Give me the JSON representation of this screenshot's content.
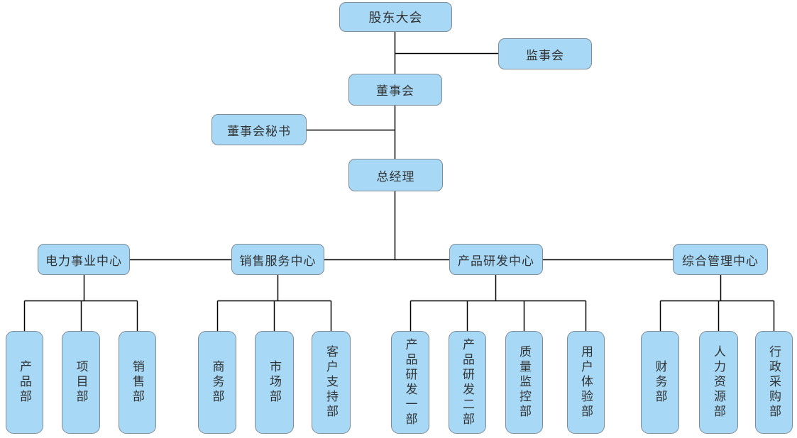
{
  "org": {
    "colors": {
      "node_fill": "#A7D9F7",
      "node_border": "#7F8B95",
      "connector": "#000000",
      "text": "#333333",
      "background": "#FFFFFF"
    },
    "shareholders_meeting": {
      "label": "股东大会"
    },
    "supervisory_board": {
      "label": "监事会"
    },
    "board_of_directors": {
      "label": "董事会"
    },
    "board_secretary": {
      "label": "董事会秘书"
    },
    "general_manager": {
      "label": "总经理"
    },
    "centers": [
      {
        "label": "电力事业中心",
        "departments": [
          {
            "label": "产品部"
          },
          {
            "label": "项目部"
          },
          {
            "label": "销售部"
          }
        ]
      },
      {
        "label": "销售服务中心",
        "departments": [
          {
            "label": "商务部"
          },
          {
            "label": "市场部"
          },
          {
            "label": "客户支持部"
          }
        ]
      },
      {
        "label": "产品研发中心",
        "departments": [
          {
            "label": "产品研发一部"
          },
          {
            "label": "产品研发二部"
          },
          {
            "label": "质量监控部"
          },
          {
            "label": "用户体验部"
          }
        ]
      },
      {
        "label": "综合管理中心",
        "departments": [
          {
            "label": "财务部"
          },
          {
            "label": "人力资源部"
          },
          {
            "label": "行政采购部"
          }
        ]
      }
    ]
  }
}
